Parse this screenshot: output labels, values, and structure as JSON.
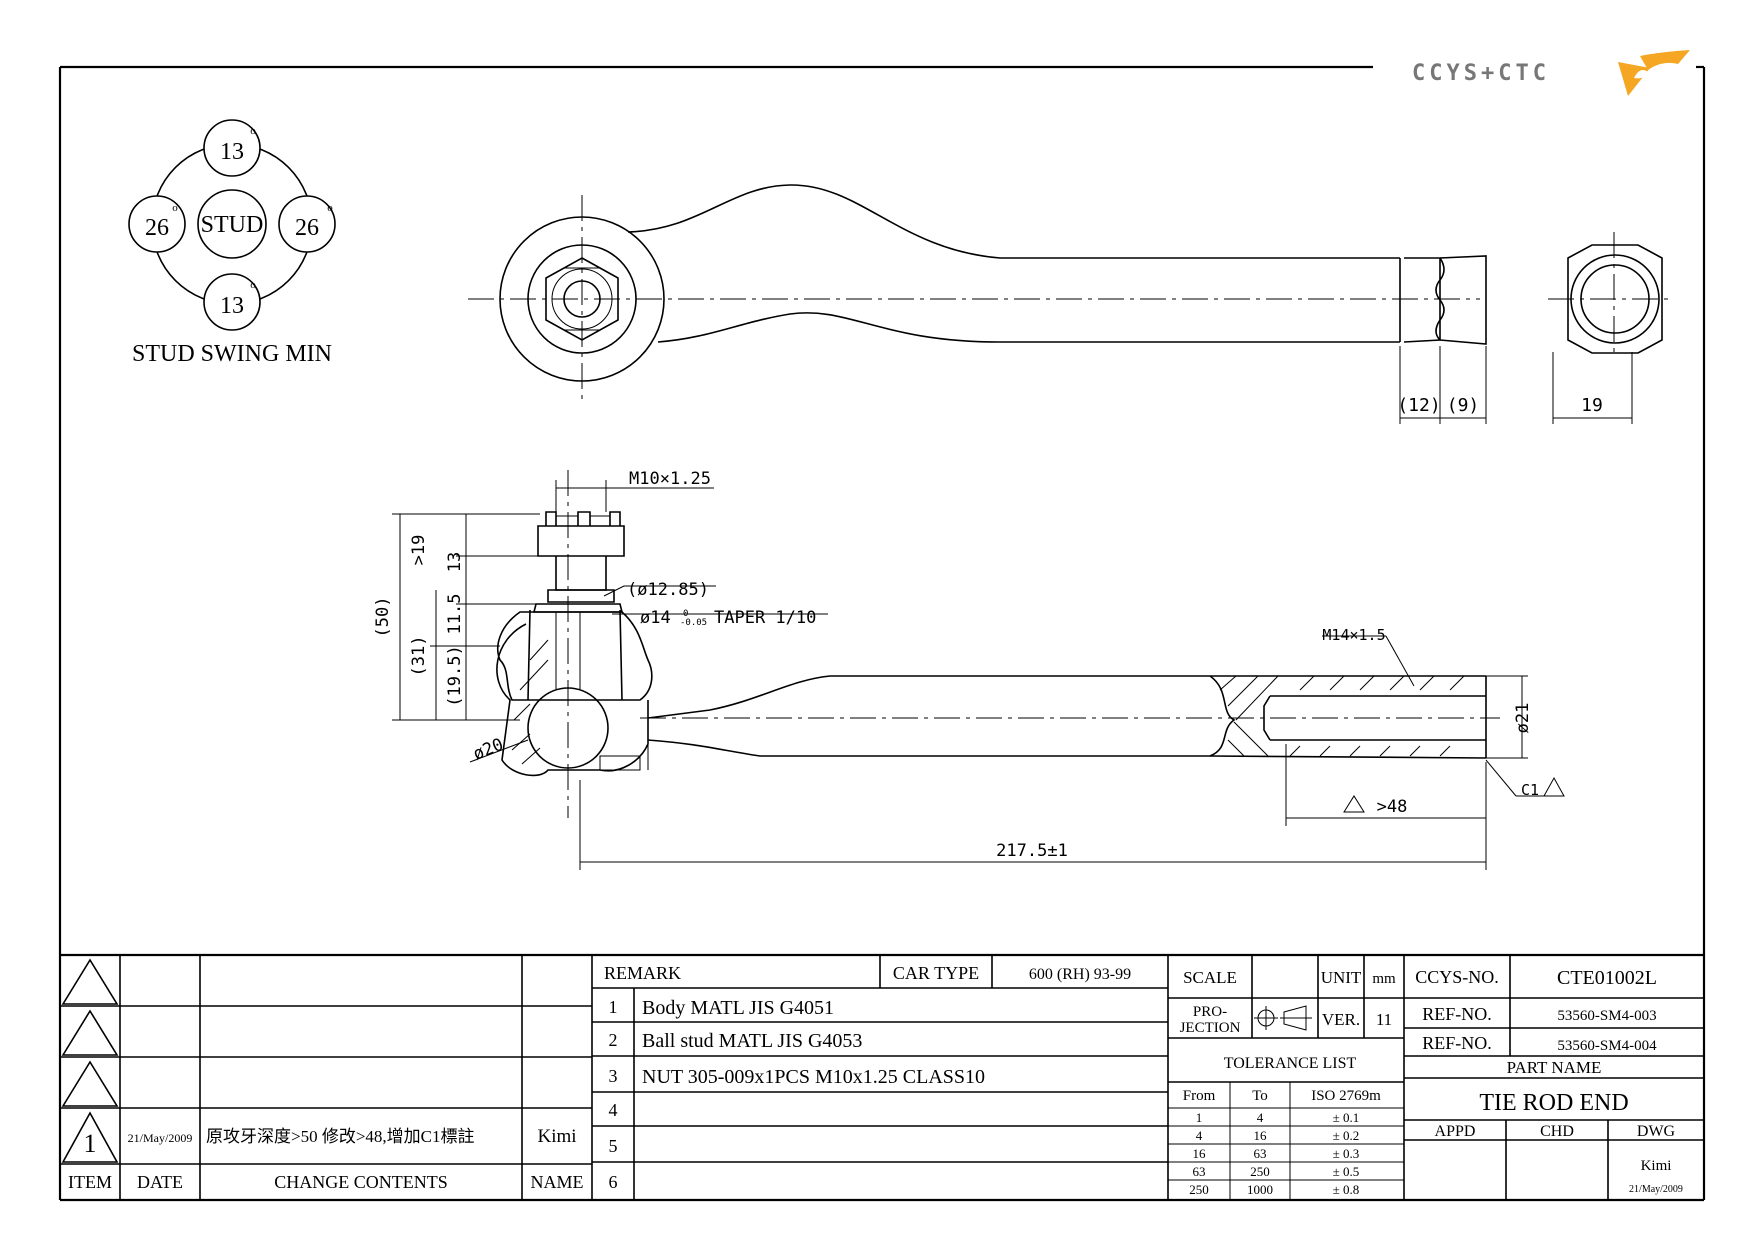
{
  "logo": {
    "text": "CCYS+CTC",
    "accent": "#f5a623"
  },
  "stud_swing": {
    "title": "STUD SWING MIN",
    "center": "STUD",
    "top": "13",
    "bottom": "13",
    "left": "26",
    "right": "26",
    "degree_mark": "o"
  },
  "dims": {
    "thread_m10": "M10×1.25",
    "d1285": "(ø12.85)",
    "d14_main": "ø14",
    "d14_tol_upper": "0",
    "d14_tol_lower": "-0.05",
    "taper": "TAPER 1/10",
    "d20": "ø20",
    "v50": "(50)",
    "v31": "(31)",
    "v19": ">19",
    "v13": "13",
    "v11_5": "11.5",
    "v19_5": "(19.5)",
    "m14": "M14×1.5",
    "d21": "ø21",
    "c1": "C1",
    "gt48": ">48",
    "len": "217.5±1",
    "d12": "(12)",
    "d9": "(9)",
    "d19": "19"
  },
  "revisions": {
    "rows": [
      {
        "item": "",
        "date": "",
        "contents": "",
        "name": ""
      },
      {
        "item": "",
        "date": "",
        "contents": "",
        "name": ""
      },
      {
        "item": "",
        "date": "",
        "contents": "",
        "name": ""
      },
      {
        "item": "1",
        "date": "21/May/2009",
        "contents": "原攻牙深度>50 修改>48,增加C1標註",
        "name": "Kimi"
      }
    ],
    "headers": {
      "item": "ITEM",
      "date": "DATE",
      "contents": "CHANGE CONTENTS",
      "name": "NAME"
    }
  },
  "remark": {
    "label": "REMARK",
    "car_type_label": "CAR TYPE",
    "car_type_value": "600 (RH) 93-99",
    "items": [
      {
        "no": "1",
        "text": "Body MATL JIS G4051"
      },
      {
        "no": "2",
        "text": "Ball stud MATL JIS G4053"
      },
      {
        "no": "3",
        "text": "NUT 305-009x1PCS M10x1.25 CLASS10"
      },
      {
        "no": "4",
        "text": ""
      },
      {
        "no": "5",
        "text": ""
      },
      {
        "no": "6",
        "text": ""
      }
    ]
  },
  "title_block": {
    "scale_label": "SCALE",
    "unit_label": "UNIT",
    "unit_value": "mm",
    "projection_label_1": "PRO-",
    "projection_label_2": "JECTION",
    "ver_label": "VER.",
    "ver_value": "11",
    "ccys_label": "CCYS-NO.",
    "ccys_value": "CTE01002L",
    "ref_label": "REF-NO.",
    "ref_1": "53560-SM4-003",
    "ref_2": "53560-SM4-004",
    "part_name_label": "PART NAME",
    "part_name": "TIE ROD END",
    "appd": "APPD",
    "chd": "CHD",
    "dwg": "DWG",
    "dwg_name": "Kimi",
    "dwg_date": "21/May/2009"
  },
  "tolerance": {
    "title": "TOLERANCE LIST",
    "headers": [
      "From",
      "To",
      "ISO 2769m"
    ],
    "rows": [
      [
        "1",
        "4",
        "± 0.1"
      ],
      [
        "4",
        "16",
        "± 0.2"
      ],
      [
        "16",
        "63",
        "± 0.3"
      ],
      [
        "63",
        "250",
        "± 0.5"
      ],
      [
        "250",
        "1000",
        "± 0.8"
      ]
    ]
  }
}
